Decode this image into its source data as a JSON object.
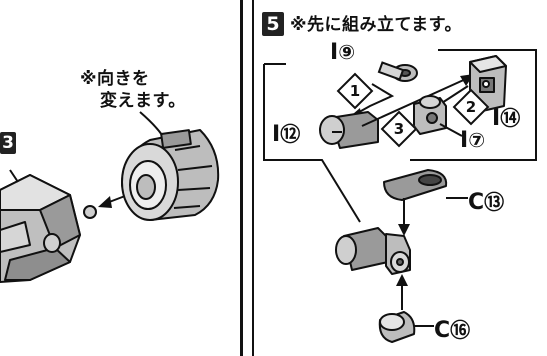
{
  "left_panel": {
    "step_number": "3",
    "note_line1": "※向きを",
    "note_line2": "変えます。"
  },
  "right_panel": {
    "step_number": "5",
    "note": "※先に組み立てます。",
    "parts": {
      "p9": {
        "prefix": "I",
        "num": "⑨"
      },
      "p12": {
        "prefix": "I",
        "num": "⑫"
      },
      "p14": {
        "prefix": "I",
        "num": "⑭"
      },
      "p7": {
        "prefix": "I",
        "num": "⑦"
      },
      "p13": {
        "prefix": "C",
        "num": "⑬"
      },
      "p16": {
        "prefix": "C",
        "num": "⑯"
      }
    },
    "order_marks": [
      "1",
      "2",
      "3"
    ]
  },
  "colors": {
    "line": "#111111",
    "part_fill": "#bdbdbd",
    "part_dark": "#7a7a7a",
    "badge": "#222222"
  }
}
